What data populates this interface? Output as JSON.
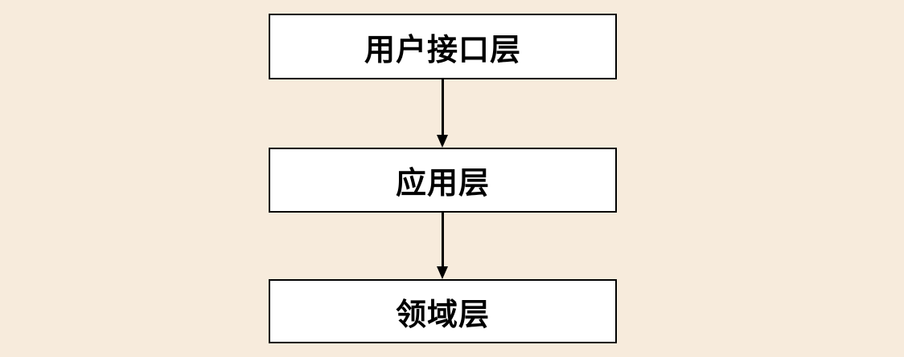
{
  "colors": {
    "background": "#f7ebdc",
    "node_fill": "#ffffff",
    "node_border": "#000000",
    "text": "#000000",
    "arrow": "#000000"
  },
  "diagram": {
    "type": "flowchart",
    "direction": "top-down",
    "nodes": [
      {
        "id": "user-interface-layer",
        "label": "用户接口层"
      },
      {
        "id": "application-layer",
        "label": "应用层"
      },
      {
        "id": "domain-layer",
        "label": "领域层"
      }
    ],
    "edges": [
      {
        "from": "user-interface-layer",
        "to": "application-layer",
        "arrow": "down"
      },
      {
        "from": "application-layer",
        "to": "domain-layer",
        "arrow": "down"
      }
    ]
  }
}
